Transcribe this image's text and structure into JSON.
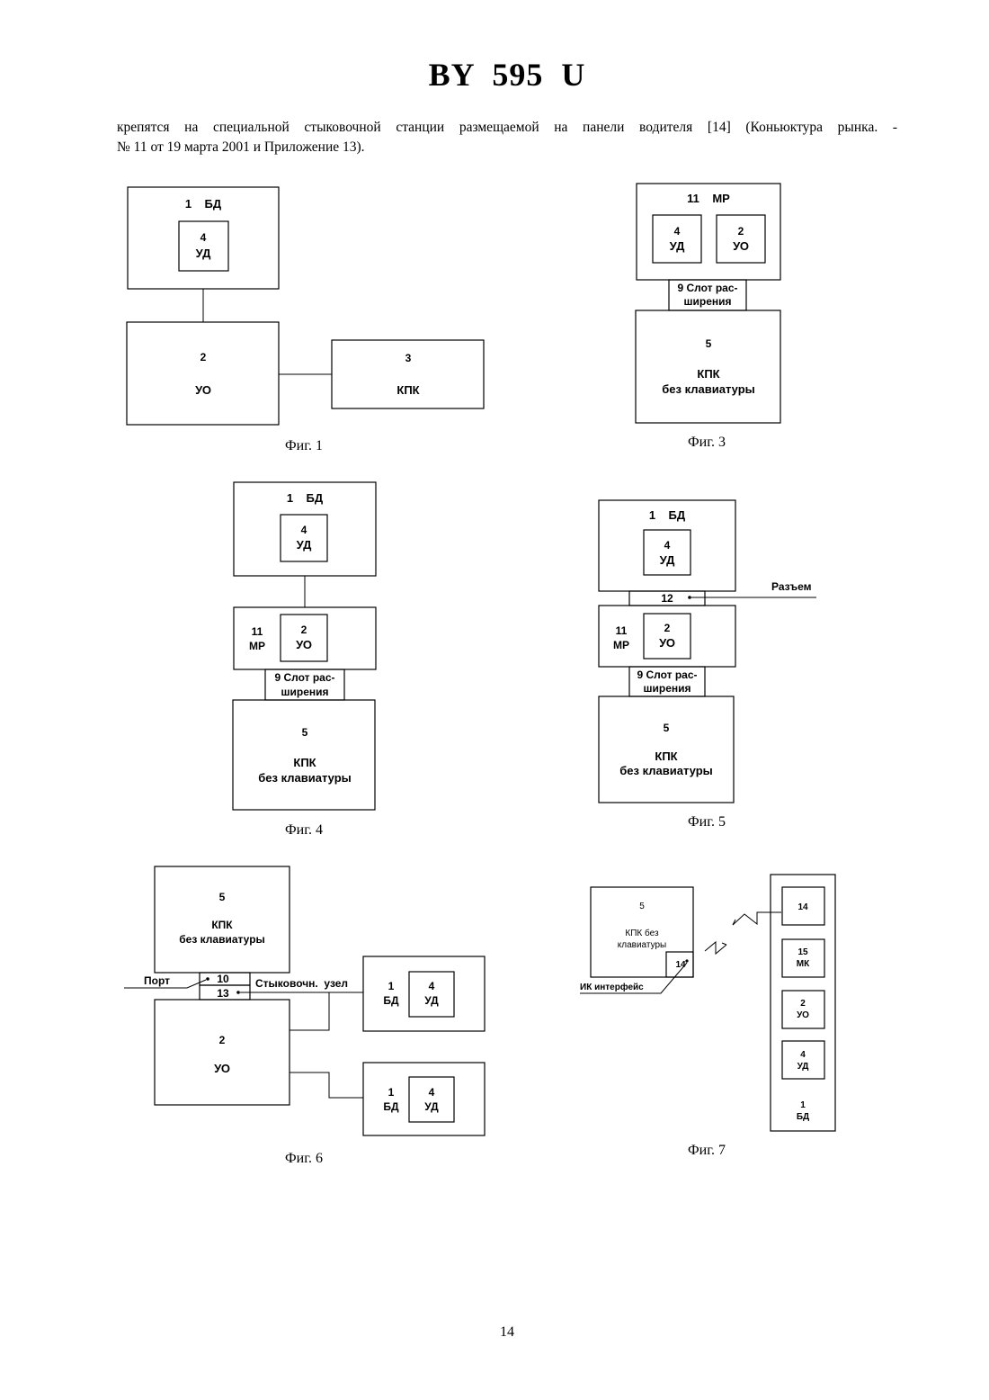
{
  "header": {
    "title": "BY  595  U"
  },
  "intro": {
    "line1": "крепятся на специальной стыковочной станции размещаемой на панели водителя [14] (Коньюктура рынка. -",
    "line2": "№ 11 от 19 марта 2001 и Приложение 13)."
  },
  "fig1": {
    "caption": "Фиг. 1",
    "bd": "1    БД",
    "ud_num": "4",
    "ud": "УД",
    "uo_num": "2",
    "uo": "УО",
    "kpk_num": "3",
    "kpk": "КПК"
  },
  "fig3": {
    "caption": "Фиг. 3",
    "mr": "11    МР",
    "ud_num": "4",
    "ud": "УД",
    "uo_num": "2",
    "uo": "УО",
    "slot1": "9 Слот рас-",
    "slot2": "ширения",
    "kpk_num": "5",
    "kpk1": "КПК",
    "kpk2": "без клавиатуры"
  },
  "fig4": {
    "caption": "Фиг. 4",
    "bd": "1    БД",
    "ud_num": "4",
    "ud": "УД",
    "mr_num": "11",
    "mr": "МР",
    "uo_num": "2",
    "uo": "УО",
    "slot1": "9 Слот рас-",
    "slot2": "ширения",
    "kpk_num": "5",
    "kpk1": "КПК",
    "kpk2": "без клавиатуры"
  },
  "fig5": {
    "caption": "Фиг. 5",
    "bd": "1    БД",
    "ud_num": "4",
    "ud": "УД",
    "connector_num": "12",
    "connector": "Разъем",
    "mr_num": "11",
    "mr": "МР",
    "uo_num": "2",
    "uo": "УО",
    "slot1": "9 Слот рас-",
    "slot2": "ширения",
    "kpk_num": "5",
    "kpk1": "КПК",
    "kpk2": "без клавиатуры"
  },
  "fig6": {
    "caption": "Фиг. 6",
    "kpk_num": "5",
    "kpk1": "КПК",
    "kpk2": "без клавиатуры",
    "port": "Порт",
    "port_num": "10",
    "dock": "Стыковочн.  узел",
    "dock_num": "13",
    "uo_num": "2",
    "uo": "УО",
    "bd_num": "1",
    "bd": "БД",
    "ud_num": "4",
    "ud": "УД"
  },
  "fig7": {
    "caption": "Фиг. 7",
    "kpk_num": "5",
    "kpk1": "КПК без",
    "kpk2": "клавиатуры",
    "ir_num": "14",
    "ir": "ИК интерфейс",
    "ir2_num": "14",
    "mk_num": "15",
    "mk": "МК",
    "uo_num": "2",
    "uo": "УО",
    "ud_num": "4",
    "ud": "УД",
    "bd_num": "1",
    "bd": "БД"
  },
  "footer": {
    "page_number": "14"
  }
}
